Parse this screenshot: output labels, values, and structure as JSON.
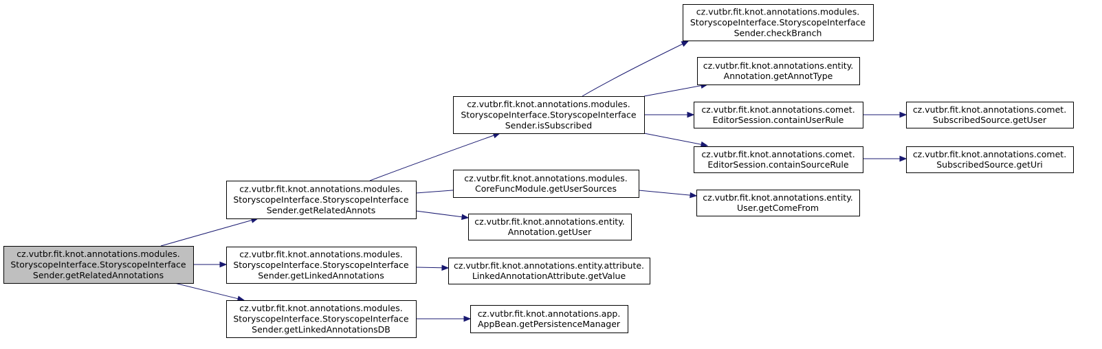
{
  "graph": {
    "style": {
      "edge_color": "#191970",
      "root_fill": "#bfbfbf",
      "node_fill": "#ffffff",
      "border_color": "#000000"
    },
    "nodes": [
      {
        "id": "n-root",
        "root": true,
        "lines": [
          "cz.vutbr.fit.knot.annotations.modules.",
          "StoryscopeInterface.StoryscopeInterface",
          "Sender.getRelatedAnnotations"
        ]
      },
      {
        "id": "n-getrelatedannots",
        "lines": [
          "cz.vutbr.fit.knot.annotations.modules.",
          "StoryscopeInterface.StoryscopeInterface",
          "Sender.getRelatedAnnots"
        ]
      },
      {
        "id": "n-getlinkedannotations",
        "lines": [
          "cz.vutbr.fit.knot.annotations.modules.",
          "StoryscopeInterface.StoryscopeInterface",
          "Sender.getLinkedAnnotations"
        ]
      },
      {
        "id": "n-getlinkedannotationsdb",
        "lines": [
          "cz.vutbr.fit.knot.annotations.modules.",
          "StoryscopeInterface.StoryscopeInterface",
          "Sender.getLinkedAnnotationsDB"
        ]
      },
      {
        "id": "n-issubscribed",
        "lines": [
          "cz.vutbr.fit.knot.annotations.modules.",
          "StoryscopeInterface.StoryscopeInterface",
          "Sender.isSubscribed"
        ]
      },
      {
        "id": "n-getusersources",
        "lines": [
          "cz.vutbr.fit.knot.annotations.modules.",
          "CoreFuncModule.getUserSources"
        ]
      },
      {
        "id": "n-annotation-getuser",
        "lines": [
          "cz.vutbr.fit.knot.annotations.entity.",
          "Annotation.getUser"
        ]
      },
      {
        "id": "n-getvalue",
        "lines": [
          "cz.vutbr.fit.knot.annotations.entity.attribute.",
          "LinkedAnnotationAttribute.getValue"
        ]
      },
      {
        "id": "n-getpersistencemanager",
        "lines": [
          "cz.vutbr.fit.knot.annotations.app.",
          "AppBean.getPersistenceManager"
        ]
      },
      {
        "id": "n-checkbranch",
        "lines": [
          "cz.vutbr.fit.knot.annotations.modules.",
          "StoryscopeInterface.StoryscopeInterface",
          "Sender.checkBranch"
        ]
      },
      {
        "id": "n-getannottype",
        "lines": [
          "cz.vutbr.fit.knot.annotations.entity.",
          "Annotation.getAnnotType"
        ]
      },
      {
        "id": "n-containuserrule",
        "lines": [
          "cz.vutbr.fit.knot.annotations.comet.",
          "EditorSession.containUserRule"
        ]
      },
      {
        "id": "n-containsourcerule",
        "lines": [
          "cz.vutbr.fit.knot.annotations.comet.",
          "EditorSession.containSourceRule"
        ]
      },
      {
        "id": "n-getcomefrom",
        "lines": [
          "cz.vutbr.fit.knot.annotations.entity.",
          "User.getComeFrom"
        ]
      },
      {
        "id": "n-subscribedsource-getuser",
        "lines": [
          "cz.vutbr.fit.knot.annotations.comet.",
          "SubscribedSource.getUser"
        ]
      },
      {
        "id": "n-subscribedsource-geturi",
        "lines": [
          "cz.vutbr.fit.knot.annotations.comet.",
          "SubscribedSource.getUri"
        ]
      }
    ],
    "edges": [
      {
        "from": "n-root",
        "to": "n-getrelatedannots"
      },
      {
        "from": "n-root",
        "to": "n-getlinkedannotations"
      },
      {
        "from": "n-root",
        "to": "n-getlinkedannotationsdb"
      },
      {
        "from": "n-getrelatedannots",
        "to": "n-issubscribed"
      },
      {
        "from": "n-getrelatedannots",
        "to": "n-getusersources"
      },
      {
        "from": "n-getrelatedannots",
        "to": "n-annotation-getuser"
      },
      {
        "from": "n-getlinkedannotations",
        "to": "n-getvalue"
      },
      {
        "from": "n-getlinkedannotationsdb",
        "to": "n-getpersistencemanager"
      },
      {
        "from": "n-issubscribed",
        "to": "n-checkbranch"
      },
      {
        "from": "n-issubscribed",
        "to": "n-getannottype"
      },
      {
        "from": "n-issubscribed",
        "to": "n-containuserrule"
      },
      {
        "from": "n-issubscribed",
        "to": "n-containsourcerule"
      },
      {
        "from": "n-getusersources",
        "to": "n-getcomefrom"
      },
      {
        "from": "n-containuserrule",
        "to": "n-subscribedsource-getuser"
      },
      {
        "from": "n-containsourcerule",
        "to": "n-subscribedsource-geturi"
      }
    ]
  }
}
